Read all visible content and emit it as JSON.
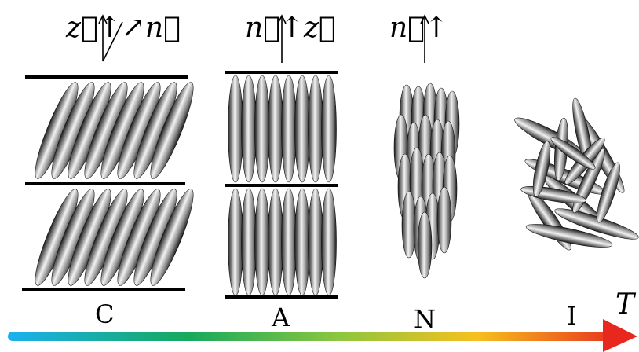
{
  "phases": [
    {
      "id": "C",
      "label": "C",
      "director_label": "z⃗↑↗n⃗"
    },
    {
      "id": "A",
      "label": "A",
      "director_label": "n⃗↑z⃗"
    },
    {
      "id": "N",
      "label": "N",
      "director_label": "n⃗↑"
    },
    {
      "id": "I",
      "label": "I",
      "director_label": ""
    }
  ],
  "axis": {
    "label": "T",
    "gradient_colors": [
      "#1ab0f0",
      "#16a95c",
      "#8cc63f",
      "#f7c01e",
      "#e83a1e"
    ],
    "arrow_color": "#e8281e"
  },
  "colors": {
    "molecule_light": "#f2f2f2",
    "molecule_dark": "#1a1a1a",
    "layer_line": "#000000"
  }
}
